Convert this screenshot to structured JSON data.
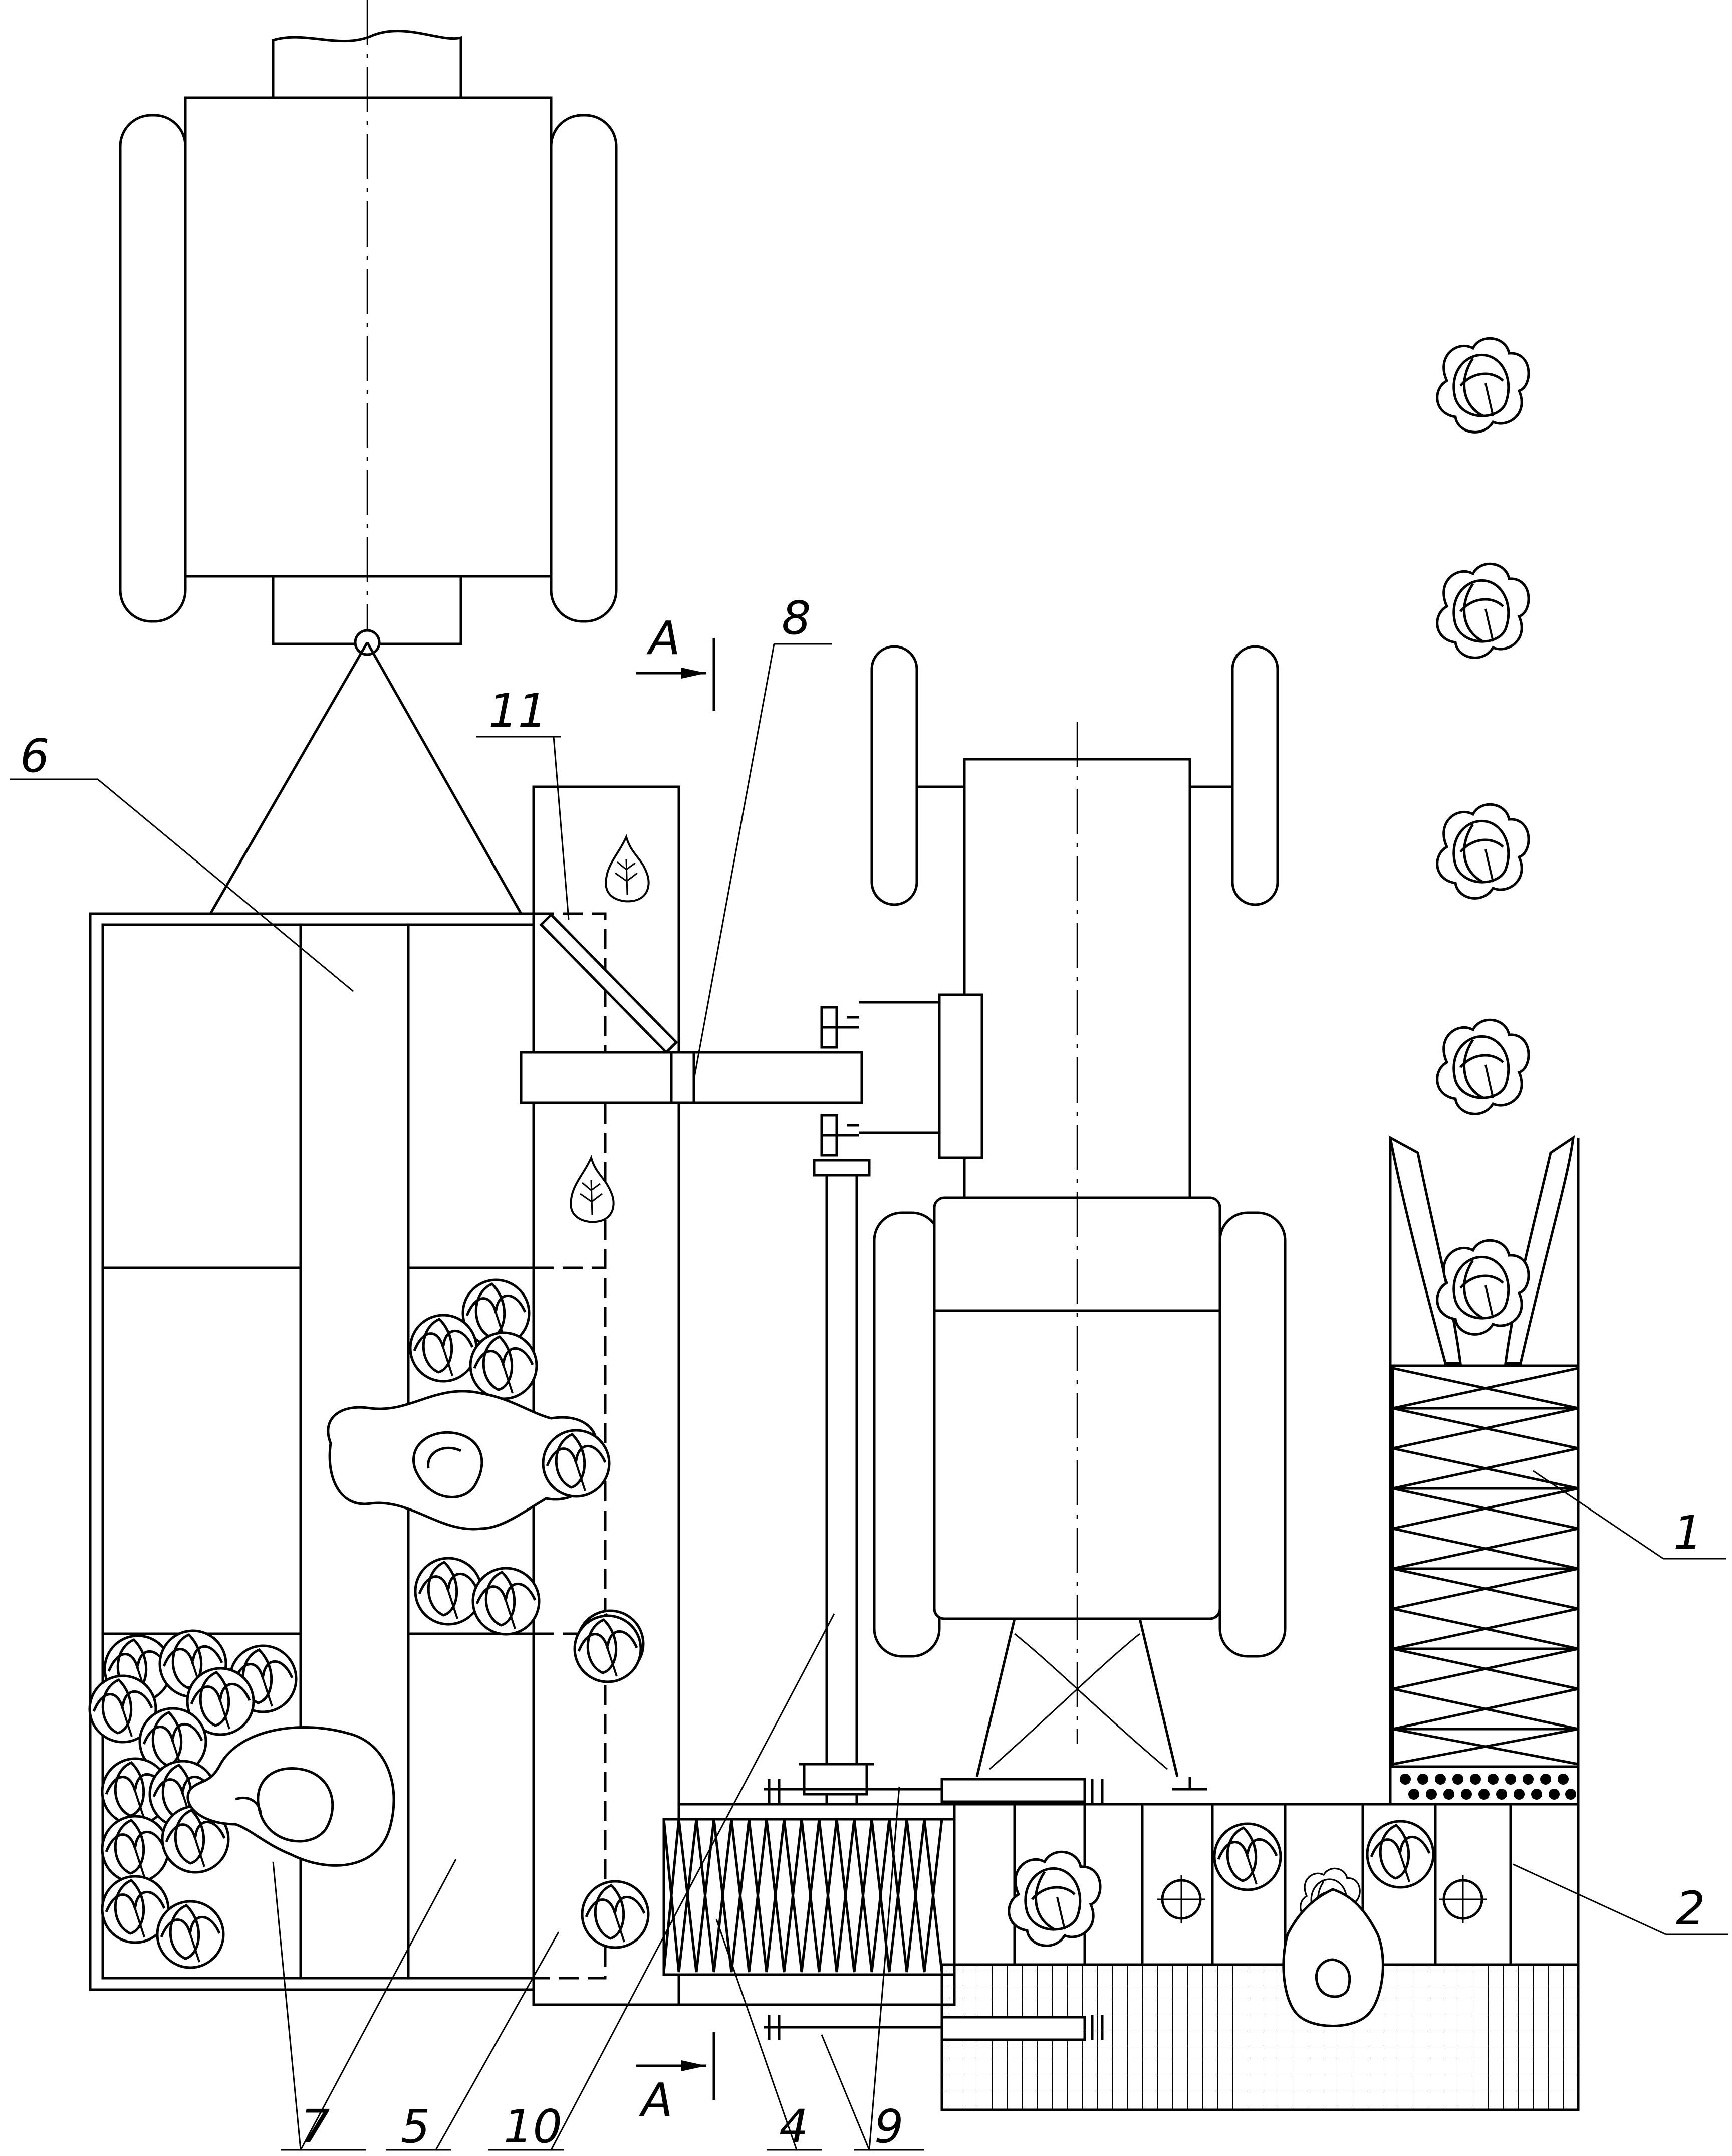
{
  "drawing": {
    "type": "technical-plan-view",
    "section_marker": "A",
    "callouts": [
      {
        "id": "c1",
        "text": "1"
      },
      {
        "id": "c2",
        "text": "2"
      },
      {
        "id": "c4",
        "text": "4"
      },
      {
        "id": "c5",
        "text": "5"
      },
      {
        "id": "c6",
        "text": "6"
      },
      {
        "id": "c7",
        "text": "7"
      },
      {
        "id": "c8",
        "text": "8"
      },
      {
        "id": "c9",
        "text": "9"
      },
      {
        "id": "c10",
        "text": "10"
      },
      {
        "id": "c11",
        "text": "11"
      }
    ],
    "line_color": "#000000",
    "background_color": "#ffffff"
  }
}
